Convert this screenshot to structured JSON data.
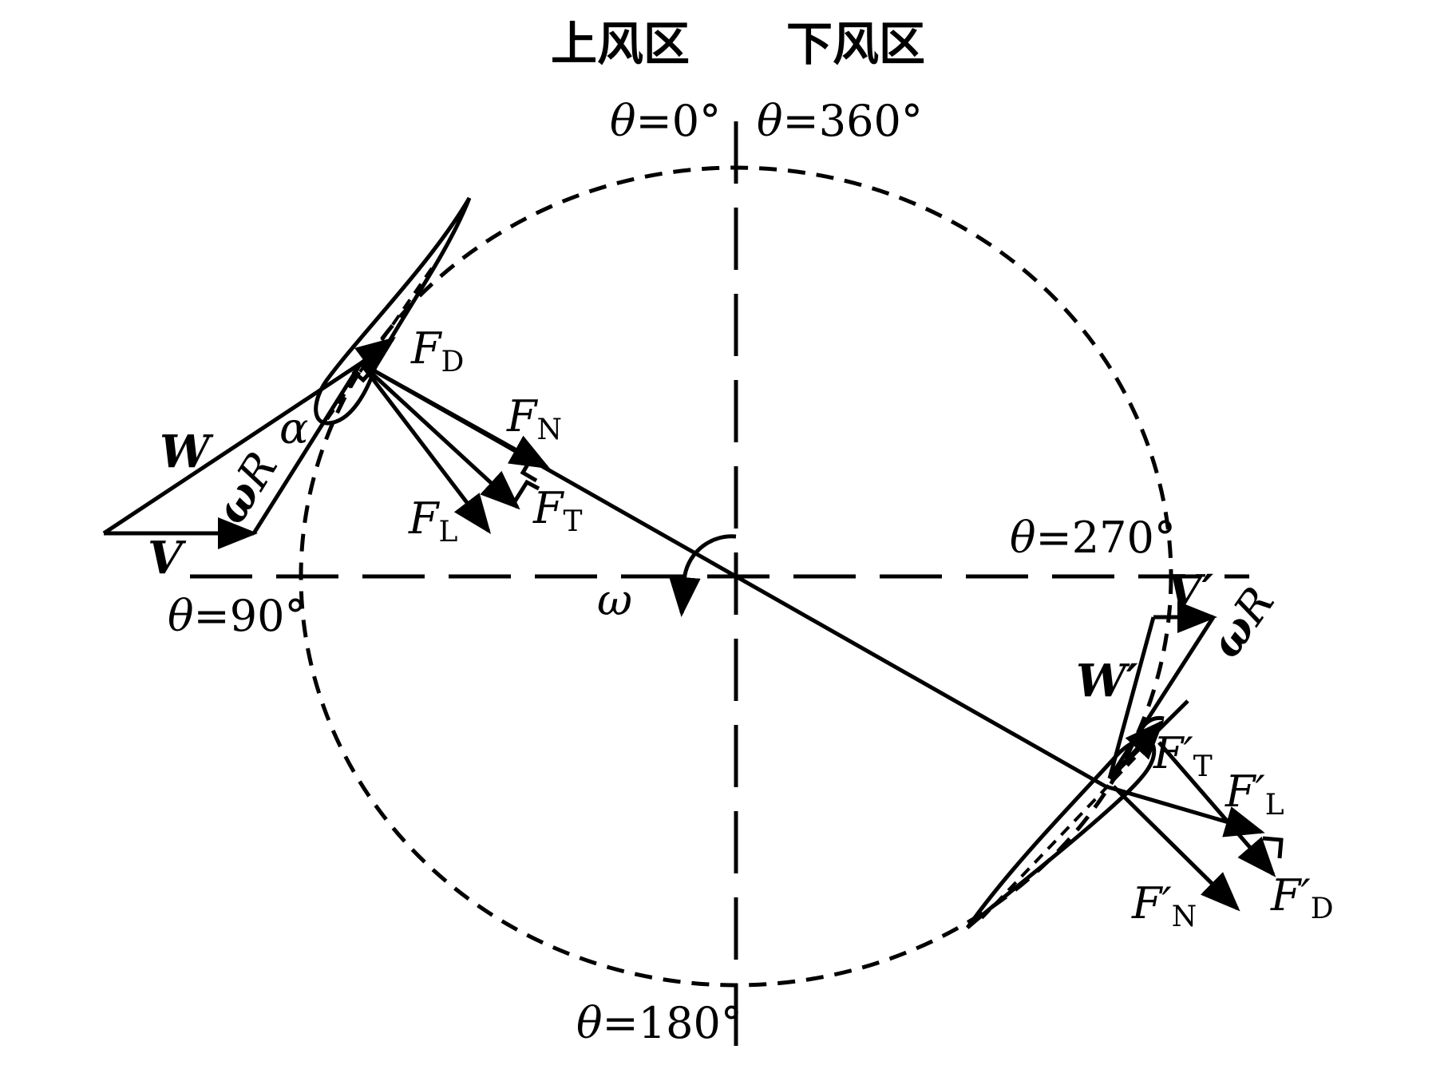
{
  "zones": {
    "upwind": "上风区",
    "downwind": "下风区"
  },
  "angles": {
    "theta_0": {
      "sym": "θ",
      "val": "=0°"
    },
    "theta_360": {
      "sym": "θ",
      "val": "=360°"
    },
    "theta_90": {
      "sym": "θ",
      "val": "=90°"
    },
    "theta_270": {
      "sym": "θ",
      "val": "=270°"
    },
    "theta_180": {
      "sym": "θ",
      "val": "=180°"
    }
  },
  "omega": "ω",
  "upwind_blade": {
    "W": "W",
    "V": "V",
    "omegaR": {
      "sym": "ω",
      "rest": "R"
    },
    "alpha": "α",
    "FD": {
      "main": "F",
      "sub": "D"
    },
    "FN": {
      "main": "F",
      "sub": "N"
    },
    "FL": {
      "main": "F",
      "sub": "L"
    },
    "FT": {
      "main": "F",
      "sub": "T"
    }
  },
  "downwind_blade": {
    "V": "V′",
    "omegaR": {
      "sym": "ω",
      "rest": "R"
    },
    "W": "W′",
    "FT": {
      "main": "F′",
      "sub": "T"
    },
    "FL": {
      "main": "F′",
      "sub": "L"
    },
    "FN": {
      "main": "F′",
      "sub": "N"
    },
    "FD": {
      "main": "F′",
      "sub": "D"
    }
  }
}
